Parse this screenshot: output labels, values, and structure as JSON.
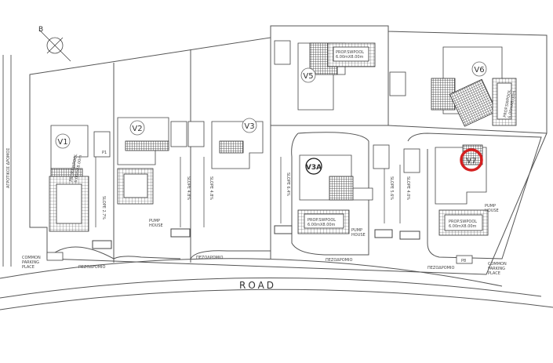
{
  "plan": {
    "compass_letter": "B",
    "villas": {
      "v1": "V1",
      "v2": "V2",
      "v3": "V3",
      "v3a": "V3A",
      "v5": "V5",
      "v6": "V6",
      "v7": "V7"
    },
    "slopes": {
      "s1": "SLOPE 2.7%",
      "s2": "SLOPE 4.8%",
      "s3": "SLOPE 4.8%",
      "s4": "SLOPE 6.4%",
      "s5": "SLOPE 5.6%",
      "s6": "SLOPE 4.0%"
    },
    "pools": {
      "p1": "PROP.SWPOOL\n6.00mX8.00m",
      "p2": "PROP.SWPOOL\n6.00mX8.00m",
      "p3": "PROP.SWPOOL\n6.00mX8.00m",
      "p4": "PROP.SWPOOL\n6.00mX8.00m",
      "p5": "PROP.SWPOOL\n6.00mX8.00m"
    },
    "pump_house": "PUMP\nHOUSE",
    "parking_space": "P1",
    "parking_space_right": "P8",
    "common_parking_left": "COMMON\nPARKING\nPLACE",
    "common_parking_right": "COMMON\nPARKING\nPLACE",
    "road_label": "ROAD",
    "sidewalk_label": "ΠΕΖΟΔΡΟΜΙΟ",
    "vertical_road_label": "ΑΓΡΟΤΙΚΟΣ ΔΡΟΜΟΣ",
    "highlight_color": "#d42020"
  }
}
